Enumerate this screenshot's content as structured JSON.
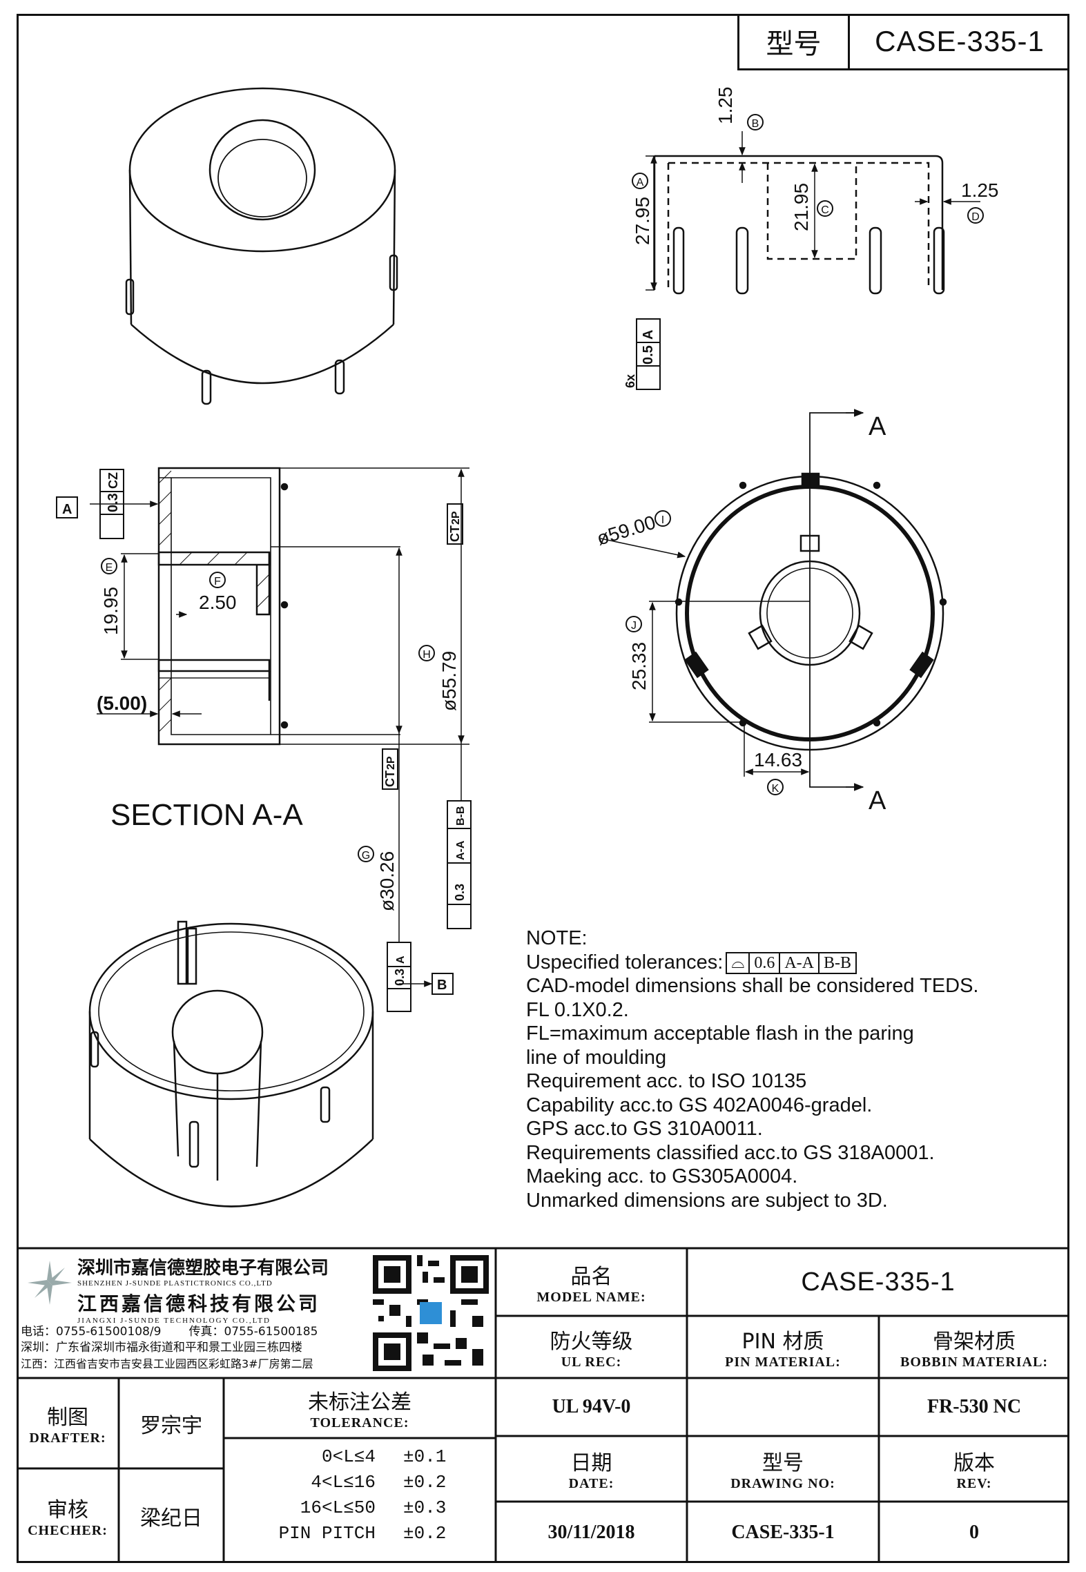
{
  "header": {
    "model_label": "型号",
    "model_value": "CASE-335-1"
  },
  "dims": {
    "top_wall": "1.25",
    "side_wall": "1.25",
    "height": "27.95",
    "inner_height": "21.95",
    "outer_dia": "ø59.00",
    "offset_y": "25.33",
    "offset_x": "14.63",
    "sec_height": "19.95",
    "sec_wall": "2.50",
    "sec_depth": "(5.00)",
    "sec_outer": "ø55.79",
    "sec_inner": "ø30.26",
    "gdt_a": "0.3",
    "gdt_a_ref": "CZ",
    "gdt_ct": "CT",
    "gdt_2p": "2P",
    "gdt_pos": "0.5",
    "gdt_pos_ref": "A",
    "gdt_pos_count": "6x",
    "gdt_h": "0.3",
    "gdt_h_ref1": "A-A",
    "gdt_h_ref2": "B-B",
    "gdt_g": "0.3",
    "gdt_g_ref": "A",
    "datum_a": "A",
    "datum_b": "B",
    "balloon_a": "A",
    "balloon_b": "B",
    "balloon_c": "C",
    "balloon_d": "D",
    "balloon_e": "E",
    "balloon_f": "F",
    "balloon_g": "G",
    "balloon_h": "H",
    "balloon_i": "I",
    "balloon_j": "J",
    "balloon_k": "K",
    "section_mark": "A",
    "section_label": "SECTION A-A"
  },
  "notes": {
    "title": "NOTE:",
    "tol_prefix": "Uspecified tolerances:",
    "tol_value": "0.6",
    "tol_ref1": "A-A",
    "tol_ref2": "B-B",
    "lines": [
      "CAD-model dimensions shall be considered TEDS.",
      "FL 0.1X0.2.",
      "FL=maximum acceptable flash in the paring",
      "line of moulding",
      "Requirement acc. to ISO 10135",
      "Capability acc.to GS 402A0046-gradel.",
      "GPS acc.to GS 310A0011.",
      "Requirements classified acc.to GS 318A0001.",
      "Maeking acc. to GS305A0004.",
      "Unmarked dimensions are subject to 3D."
    ]
  },
  "company": {
    "name_cn1": "深圳市嘉信德塑胶电子有限公司",
    "name_en1": "SHENZHEN J-SUNDE PLASTICTRONICS CO.,LTD",
    "name_cn2": "江西嘉信德科技有限公司",
    "name_en2": "JIANGXI J-SUNDE TECHNOLOGY CO.,LTD",
    "tel": "电话：0755-61500108/9",
    "fax": "传真：0755-61500185",
    "addr_sz": "深圳：广东省深圳市福永街道和平和景工业园三栋四楼",
    "addr_jx": "江西：江西省吉安市吉安县工业园西区彩虹路3#厂房第二层"
  },
  "titleblock": {
    "model_name_cn": "品名",
    "model_name_en": "MODEL NAME:",
    "model_name_value": "CASE-335-1",
    "ul_cn": "防火等级",
    "ul_en": "UL REC:",
    "ul_value": "UL 94V-0",
    "pin_cn": "PIN 材质",
    "pin_en": "PIN MATERIAL:",
    "pin_value": "",
    "bobbin_cn": "骨架材质",
    "bobbin_en": "BOBBIN MATERIAL:",
    "bobbin_value": "FR-530 NC",
    "drafter_cn": "制图",
    "drafter_en": "DRAFTER:",
    "drafter_name": "罗宗宇",
    "checker_cn": "审核",
    "checker_en": "CHECHER:",
    "checker_name": "梁纪日",
    "tol_cn": "未标注公差",
    "tol_en": "TOLERANCE:",
    "tol_rows": [
      {
        "range": "0<L≤4",
        "tol": "±0.1"
      },
      {
        "range": "4<L≤16",
        "tol": "±0.2"
      },
      {
        "range": "16<L≤50",
        "tol": "±0.3"
      },
      {
        "range": "PIN PITCH",
        "tol": "±0.2"
      }
    ],
    "date_cn": "日期",
    "date_en": "DATE:",
    "date_value": "30/11/2018",
    "dwg_cn": "型号",
    "dwg_en": "DRAWING NO:",
    "dwg_value": "CASE-335-1",
    "rev_cn": "版本",
    "rev_en": "REV:",
    "rev_value": "0"
  }
}
